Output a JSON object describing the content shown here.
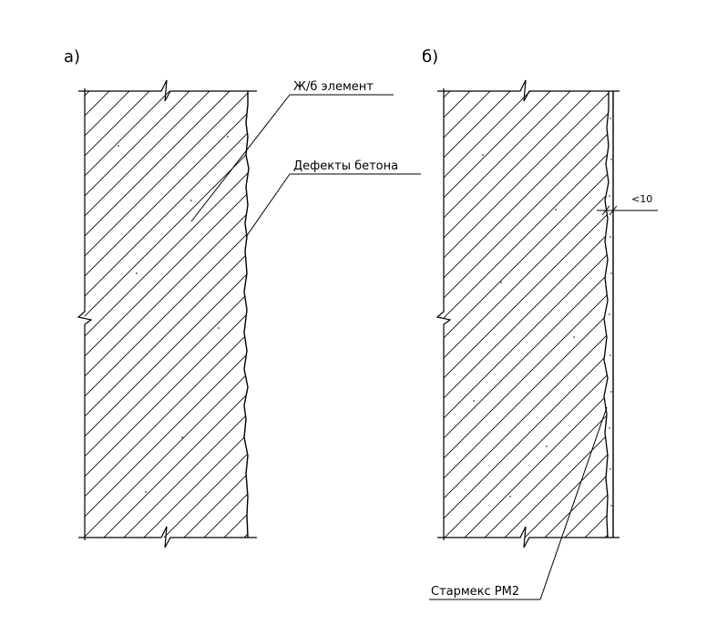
{
  "panels": {
    "a": {
      "label": "а)"
    },
    "b": {
      "label": "б)"
    }
  },
  "callouts": {
    "element": "Ж/б элемент",
    "defects": "Дефекты бетона",
    "material": "Стармекс РМ2"
  },
  "dimension": "<10"
}
